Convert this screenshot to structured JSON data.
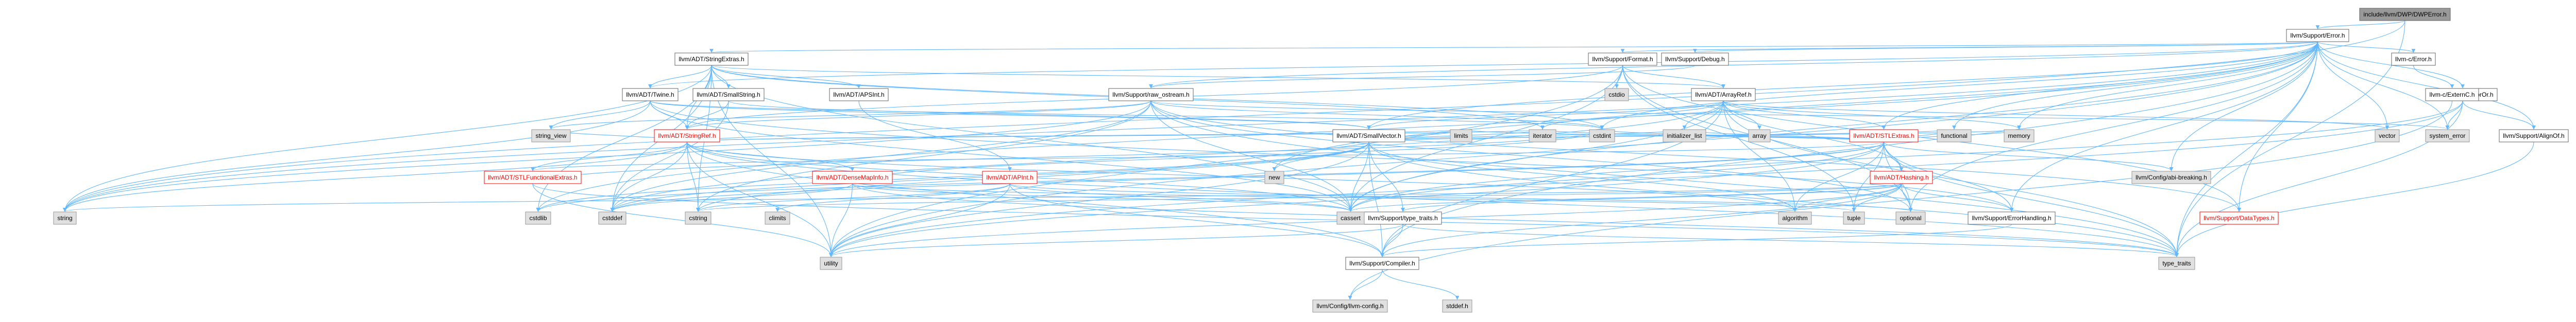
{
  "diagram": {
    "title": "",
    "style": {
      "node_fill": "#ffffff",
      "node_stroke": "#666666",
      "focus_fill": "#999999",
      "focus_stroke": "#666666",
      "leaf_fill": "#e0e0e0",
      "leaf_stroke": "#999999",
      "link_text": "#0000ff",
      "edge_color": "#63b8ff",
      "text_color": "#000000",
      "red_text": "#ff0000",
      "red_stroke": "#ff0000"
    },
    "nodes": [
      {
        "id": "dwp",
        "label": "include/llvm/DWP/DWPError.h",
        "kind": "focus"
      },
      {
        "id": "error",
        "label": "llvm/Support/Error.h",
        "kind": "normal"
      },
      {
        "id": "stringextras",
        "label": "llvm/ADT/StringExtras.h",
        "kind": "normal"
      },
      {
        "id": "format",
        "label": "llvm/Support/Format.h",
        "kind": "normal"
      },
      {
        "id": "debug",
        "label": "llvm/Support/Debug.h",
        "kind": "normal"
      },
      {
        "id": "cerror",
        "label": "llvm-c/Error.h",
        "kind": "normal"
      },
      {
        "id": "errorortype",
        "label": "llvm/Support/ErrorOr.h",
        "kind": "normal"
      },
      {
        "id": "twine",
        "label": "llvm/ADT/Twine.h",
        "kind": "normal"
      },
      {
        "id": "smallstring",
        "label": "llvm/ADT/SmallString.h",
        "kind": "normal"
      },
      {
        "id": "apsint",
        "label": "llvm/ADT/APSInt.h",
        "kind": "normal"
      },
      {
        "id": "rawostream",
        "label": "llvm/Support/raw_ostream.h",
        "kind": "normal"
      },
      {
        "id": "arrayref",
        "label": "llvm/ADT/ArrayRef.h",
        "kind": "normal"
      },
      {
        "id": "cstdio",
        "label": "cstdio",
        "kind": "leaf"
      },
      {
        "id": "externc",
        "label": "llvm-c/ExternC.h",
        "kind": "normal"
      },
      {
        "id": "stringref",
        "label": "llvm/ADT/StringRef.h",
        "kind": "red"
      },
      {
        "id": "smallvector",
        "label": "llvm/ADT/SmallVector.h",
        "kind": "normal"
      },
      {
        "id": "apint",
        "label": "llvm/ADT/APInt.h",
        "kind": "red"
      },
      {
        "id": "stlextras",
        "label": "llvm/ADT/STLExtras.h",
        "kind": "red"
      },
      {
        "id": "array",
        "label": "array",
        "kind": "leaf"
      },
      {
        "id": "alignof",
        "label": "llvm/Support/AlignOf.h",
        "kind": "normal"
      },
      {
        "id": "systemerror",
        "label": "system_error",
        "kind": "leaf"
      },
      {
        "id": "vector",
        "label": "vector",
        "kind": "leaf"
      },
      {
        "id": "stlfunctional",
        "label": "llvm/ADT/STLFunctionalExtras.h",
        "kind": "red"
      },
      {
        "id": "densemapinfo",
        "label": "llvm/ADT/DenseMapInfo.h",
        "kind": "red"
      },
      {
        "id": "hashing",
        "label": "llvm/ADT/Hashing.h",
        "kind": "red"
      },
      {
        "id": "configabi",
        "label": "llvm/Config/abi-breaking.h",
        "kind": "leaf"
      },
      {
        "id": "memory",
        "label": "memory",
        "kind": "leaf"
      },
      {
        "id": "functional",
        "label": "functional",
        "kind": "leaf"
      },
      {
        "id": "cstdint",
        "label": "cstdint",
        "kind": "leaf"
      },
      {
        "id": "initlist",
        "label": "initializer_list",
        "kind": "leaf"
      },
      {
        "id": "iterator",
        "label": "iterator",
        "kind": "leaf"
      },
      {
        "id": "limits",
        "label": "limits",
        "kind": "leaf"
      },
      {
        "id": "new",
        "label": "new",
        "kind": "leaf"
      },
      {
        "id": "stringview",
        "label": "string_view",
        "kind": "leaf"
      },
      {
        "id": "string",
        "label": "string",
        "kind": "leaf"
      },
      {
        "id": "cstddef",
        "label": "cstddef",
        "kind": "leaf"
      },
      {
        "id": "cstring",
        "label": "cstring",
        "kind": "leaf"
      },
      {
        "id": "typetraits",
        "label": "llvm/Support/type_traits.h",
        "kind": "normal"
      },
      {
        "id": "cassert",
        "label": "cassert",
        "kind": "leaf"
      },
      {
        "id": "algorithm",
        "label": "algorithm",
        "kind": "leaf"
      },
      {
        "id": "tuple",
        "label": "tuple",
        "kind": "leaf"
      },
      {
        "id": "optional",
        "label": "optional",
        "kind": "leaf"
      },
      {
        "id": "errorhandling",
        "label": "llvm/Support/ErrorHandling.h",
        "kind": "normal"
      },
      {
        "id": "datatypes",
        "label": "llvm/Support/DataTypes.h",
        "kind": "red"
      },
      {
        "id": "utility",
        "label": "utility",
        "kind": "leaf"
      },
      {
        "id": "compiler",
        "label": "llvm/Support/Compiler.h",
        "kind": "normal"
      },
      {
        "id": "typetraitsstd",
        "label": "type_traits",
        "kind": "leaf"
      },
      {
        "id": "llvmconfig",
        "label": "llvm/Config/llvm-config.h",
        "kind": "leaf"
      },
      {
        "id": "stddef",
        "label": "stddef.h",
        "kind": "leaf"
      }
    ],
    "edges": [
      [
        "dwp",
        "error"
      ],
      [
        "dwp",
        "string"
      ],
      [
        "dwp",
        "typetraitsstd"
      ],
      [
        "error",
        "stringextras"
      ],
      [
        "error",
        "format"
      ],
      [
        "error",
        "debug"
      ],
      [
        "error",
        "cerror"
      ],
      [
        "error",
        "errorortype"
      ],
      [
        "error",
        "twine"
      ],
      [
        "error",
        "rawostream"
      ],
      [
        "error",
        "alignof"
      ],
      [
        "error",
        "compiler"
      ],
      [
        "error",
        "errorhandling"
      ],
      [
        "error",
        "configabi"
      ],
      [
        "error",
        "cassert"
      ],
      [
        "error",
        "cstdint"
      ],
      [
        "error",
        "cstdlib"
      ],
      [
        "error",
        "functional"
      ],
      [
        "error",
        "memory"
      ],
      [
        "error",
        "new"
      ],
      [
        "error",
        "optional"
      ],
      [
        "error",
        "string"
      ],
      [
        "error",
        "systemerror"
      ],
      [
        "error",
        "typetraitsstd"
      ],
      [
        "error",
        "utility"
      ],
      [
        "error",
        "vector"
      ],
      [
        "error",
        "datatypes"
      ],
      [
        "error",
        "smallvector"
      ],
      [
        "error",
        "stlextras"
      ],
      [
        "stringextras",
        "apsint"
      ],
      [
        "stringextras",
        "arrayref"
      ],
      [
        "stringextras",
        "smallstring"
      ],
      [
        "stringextras",
        "stringref"
      ],
      [
        "stringextras",
        "twine"
      ],
      [
        "stringextras",
        "cassert"
      ],
      [
        "stringextras",
        "cstddef"
      ],
      [
        "stringextras",
        "cstdint"
      ],
      [
        "stringextras",
        "cstdlib"
      ],
      [
        "stringextras",
        "cstring"
      ],
      [
        "stringextras",
        "iterator"
      ],
      [
        "stringextras",
        "string"
      ],
      [
        "stringextras",
        "utility"
      ],
      [
        "format",
        "arrayref"
      ],
      [
        "format",
        "stringref"
      ],
      [
        "format",
        "datatypes"
      ],
      [
        "format",
        "cassert"
      ],
      [
        "format",
        "cstdio"
      ],
      [
        "format",
        "optional"
      ],
      [
        "format",
        "tuple"
      ],
      [
        "format",
        "utility"
      ],
      [
        "debug",
        "rawostream"
      ],
      [
        "cerror",
        "externc"
      ],
      [
        "errorortype",
        "alignof"
      ],
      [
        "errorortype",
        "cassert"
      ],
      [
        "errorortype",
        "systemerror"
      ],
      [
        "errorortype",
        "typetraitsstd"
      ],
      [
        "errorortype",
        "utility"
      ],
      [
        "twine",
        "smallvector"
      ],
      [
        "twine",
        "stringref"
      ],
      [
        "twine",
        "errorhandling"
      ],
      [
        "twine",
        "cassert"
      ],
      [
        "twine",
        "cstdint"
      ],
      [
        "twine",
        "string"
      ],
      [
        "twine",
        "stringview"
      ],
      [
        "smallstring",
        "smallvector"
      ],
      [
        "smallstring",
        "stringref"
      ],
      [
        "smallstring",
        "cstddef"
      ],
      [
        "apsint",
        "apint"
      ],
      [
        "rawostream",
        "stringref"
      ],
      [
        "rawostream",
        "datatypes"
      ],
      [
        "rawostream",
        "cassert"
      ],
      [
        "rawostream",
        "cstddef"
      ],
      [
        "rawostream",
        "cstdint"
      ],
      [
        "rawostream",
        "cstring"
      ],
      [
        "rawostream",
        "optional"
      ],
      [
        "rawostream",
        "string"
      ],
      [
        "rawostream",
        "stringview"
      ],
      [
        "rawostream",
        "systemerror"
      ],
      [
        "rawostream",
        "typetraitsstd"
      ],
      [
        "arrayref",
        "hashing"
      ],
      [
        "arrayref",
        "smallvector"
      ],
      [
        "arrayref",
        "stlextras"
      ],
      [
        "arrayref",
        "compiler"
      ],
      [
        "arrayref",
        "algorithm"
      ],
      [
        "arrayref",
        "array"
      ],
      [
        "arrayref",
        "cassert"
      ],
      [
        "arrayref",
        "cstddef"
      ],
      [
        "arrayref",
        "initlist"
      ],
      [
        "arrayref",
        "iterator"
      ],
      [
        "arrayref",
        "memory"
      ],
      [
        "arrayref",
        "typetraitsstd"
      ],
      [
        "arrayref",
        "vector"
      ],
      [
        "externc",
        "llvmconfig"
      ],
      [
        "stringref",
        "densemapinfo"
      ],
      [
        "stringref",
        "stlfunctional"
      ],
      [
        "stringref",
        "iterator"
      ],
      [
        "stringref",
        "compiler"
      ],
      [
        "stringref",
        "algorithm"
      ],
      [
        "stringref",
        "cassert"
      ],
      [
        "stringref",
        "cstddef"
      ],
      [
        "stringref",
        "cstring"
      ],
      [
        "stringref",
        "limits"
      ],
      [
        "stringref",
        "string"
      ],
      [
        "stringref",
        "stringview"
      ],
      [
        "stringref",
        "typetraitsstd"
      ],
      [
        "stringref",
        "utility"
      ],
      [
        "smallvector",
        "compiler"
      ],
      [
        "smallvector",
        "typetraits"
      ],
      [
        "smallvector",
        "algorithm"
      ],
      [
        "smallvector",
        "cassert"
      ],
      [
        "smallvector",
        "cstddef"
      ],
      [
        "smallvector",
        "cstdlib"
      ],
      [
        "smallvector",
        "cstring"
      ],
      [
        "smallvector",
        "functional"
      ],
      [
        "smallvector",
        "initlist"
      ],
      [
        "smallvector",
        "iterator"
      ],
      [
        "smallvector",
        "limits"
      ],
      [
        "smallvector",
        "memory"
      ],
      [
        "smallvector",
        "new"
      ],
      [
        "smallvector",
        "typetraitsstd"
      ],
      [
        "smallvector",
        "utility"
      ],
      [
        "apint",
        "compiler"
      ],
      [
        "apint",
        "cassert"
      ],
      [
        "apint",
        "climits"
      ],
      [
        "apint",
        "cstring"
      ],
      [
        "apint",
        "optional"
      ],
      [
        "apint",
        "utility"
      ],
      [
        "stlextras",
        "hashing"
      ],
      [
        "stlextras",
        "stlfunctional"
      ],
      [
        "stlextras",
        "configabi"
      ],
      [
        "stlextras",
        "errorhandling"
      ],
      [
        "stlextras",
        "algorithm"
      ],
      [
        "stlextras",
        "cassert"
      ],
      [
        "stlextras",
        "cstddef"
      ],
      [
        "stlextras",
        "cstdint"
      ],
      [
        "stlextras",
        "cstdlib"
      ],
      [
        "stlextras",
        "functional"
      ],
      [
        "stlextras",
        "initlist"
      ],
      [
        "stlextras",
        "iterator"
      ],
      [
        "stlextras",
        "limits"
      ],
      [
        "stlextras",
        "memory"
      ],
      [
        "stlextras",
        "optional"
      ],
      [
        "stlextras",
        "tuple"
      ],
      [
        "stlextras",
        "typetraitsstd"
      ],
      [
        "stlextras",
        "utility"
      ],
      [
        "alignof",
        "typetraitsstd"
      ],
      [
        "stlfunctional",
        "cstdint"
      ],
      [
        "stlfunctional",
        "typetraitsstd"
      ],
      [
        "stlfunctional",
        "utility"
      ],
      [
        "densemapinfo",
        "cassert"
      ],
      [
        "densemapinfo",
        "cstddef"
      ],
      [
        "densemapinfo",
        "cstdint"
      ],
      [
        "densemapinfo",
        "tuple"
      ],
      [
        "densemapinfo",
        "typetraitsstd"
      ],
      [
        "densemapinfo",
        "utility"
      ],
      [
        "hashing",
        "errorhandling"
      ],
      [
        "hashing",
        "compiler"
      ],
      [
        "hashing",
        "typetraits"
      ],
      [
        "hashing",
        "algorithm"
      ],
      [
        "hashing",
        "cassert"
      ],
      [
        "hashing",
        "cstring"
      ],
      [
        "hashing",
        "optional"
      ],
      [
        "hashing",
        "string"
      ],
      [
        "hashing",
        "tuple"
      ],
      [
        "hashing",
        "utility"
      ],
      [
        "typetraits",
        "compiler"
      ],
      [
        "typetraits",
        "typetraitsstd"
      ],
      [
        "typetraits",
        "utility"
      ],
      [
        "errorhandling",
        "compiler"
      ],
      [
        "compiler",
        "llvmconfig"
      ],
      [
        "compiler",
        "stddef"
      ]
    ],
    "extra_leaves": [
      {
        "id": "cstdlib",
        "label": "cstdlib",
        "kind": "leaf"
      },
      {
        "id": "climits",
        "label": "climits",
        "kind": "leaf"
      }
    ]
  }
}
